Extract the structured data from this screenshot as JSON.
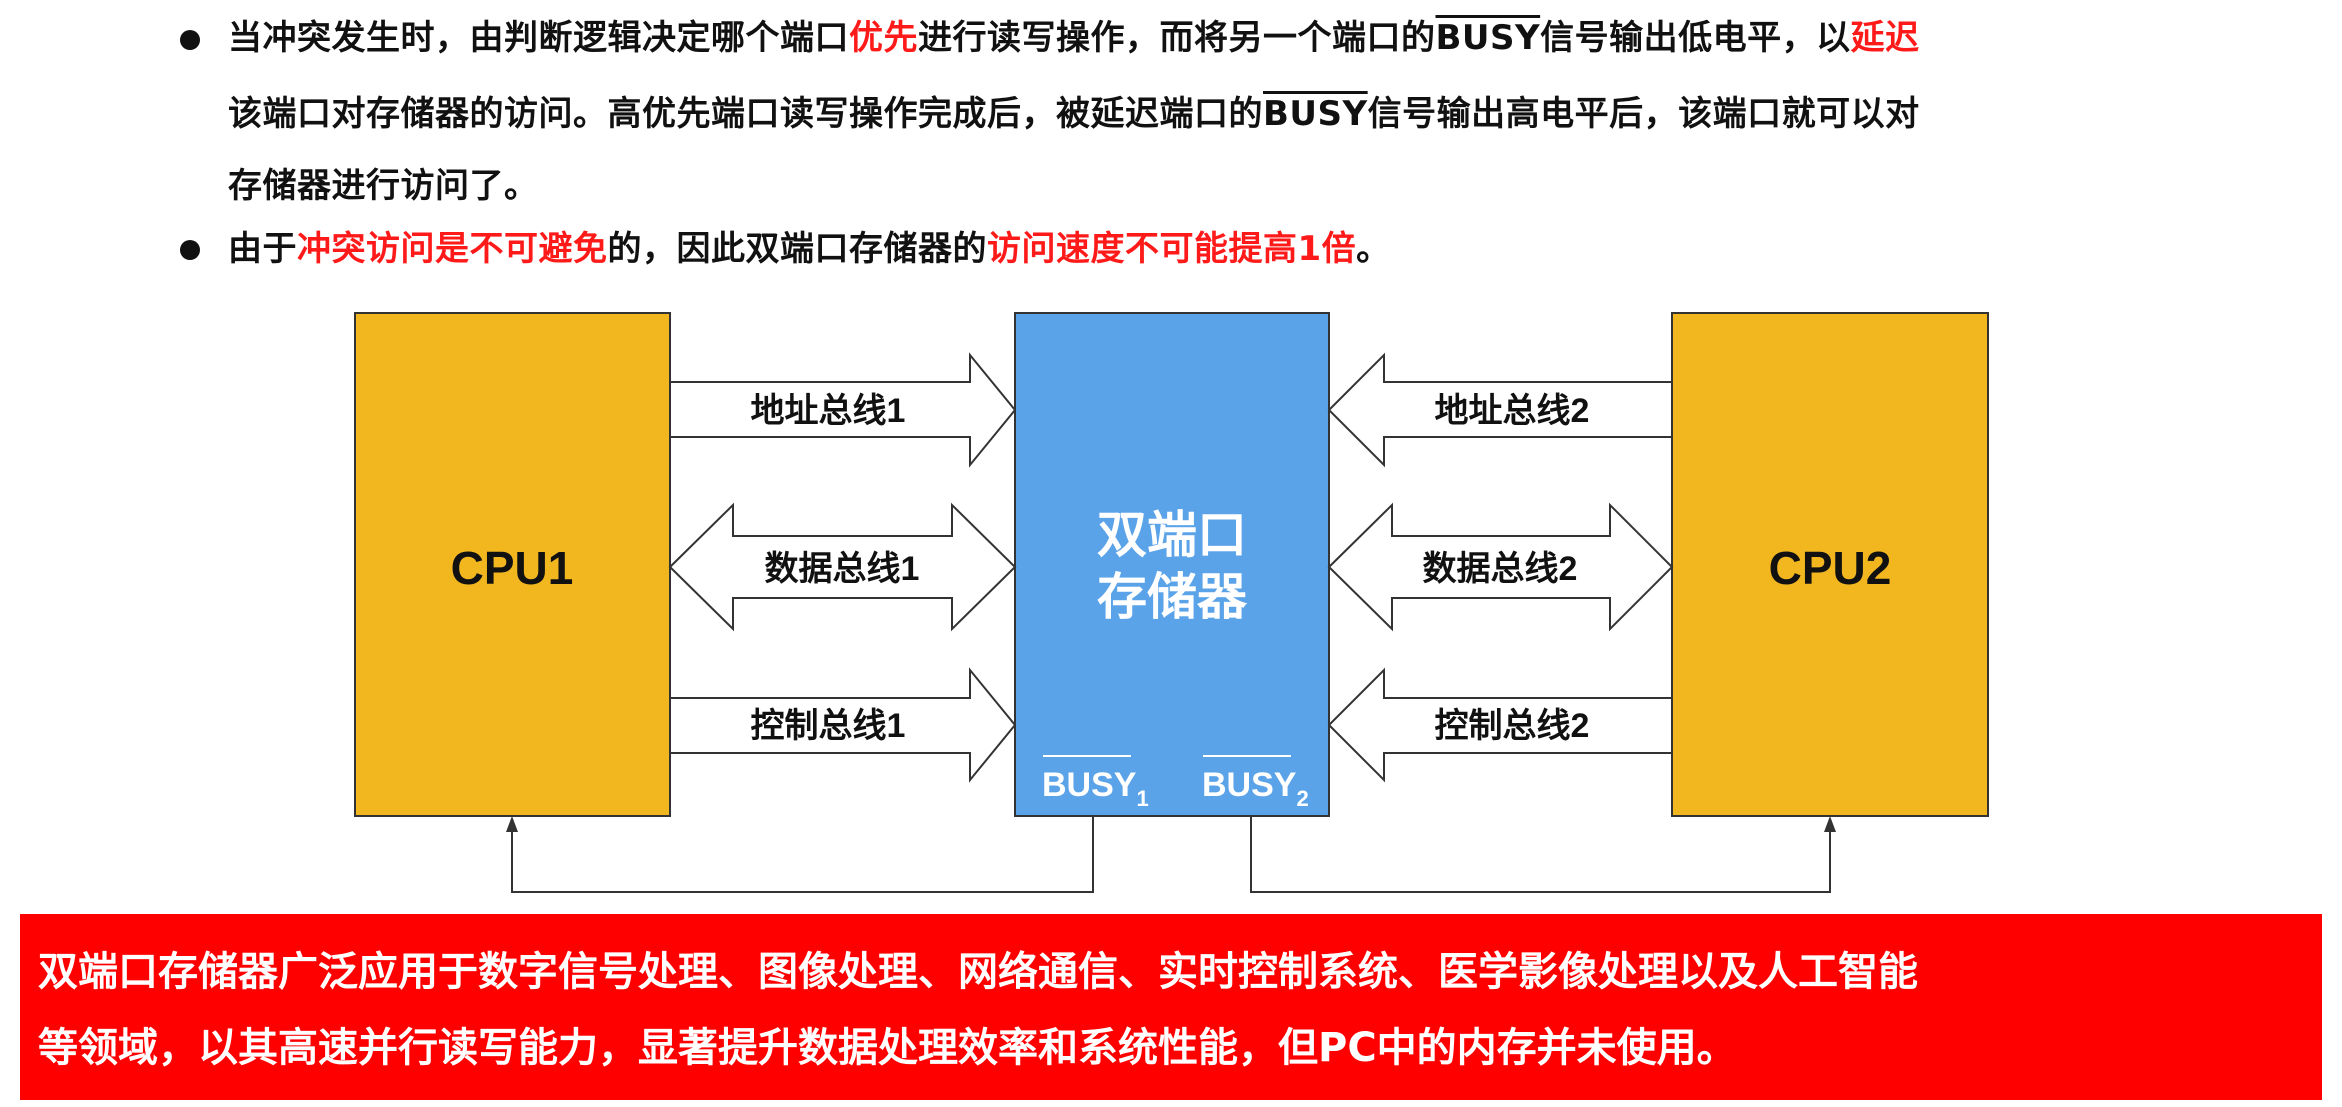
{
  "bullets": [
    {
      "lines": [
        [
          {
            "text": "当冲突发生时，由判断逻辑决定哪个端口",
            "style": "normal"
          },
          {
            "text": "优先",
            "style": "red"
          },
          {
            "text": "进行读写操作，而将另一个端口的",
            "style": "normal"
          },
          {
            "text": "BUSY",
            "style": "over"
          },
          {
            "text": "信号输出低电平，以",
            "style": "normal"
          },
          {
            "text": "延迟",
            "style": "red"
          }
        ],
        [
          {
            "text": "该端口对存储器的访问。高优先端口读写操作完成后，被延迟端口的",
            "style": "normal"
          },
          {
            "text": "BUSY",
            "style": "over"
          },
          {
            "text": "信号输出高电平后，该端口就可以对",
            "style": "normal"
          }
        ],
        [
          {
            "text": "存储器进行访问了。",
            "style": "normal"
          }
        ]
      ]
    },
    {
      "lines": [
        [
          {
            "text": "由于",
            "style": "normal"
          },
          {
            "text": "冲突访问是不可避免",
            "style": "red"
          },
          {
            "text": "的，因此双端口存储器的",
            "style": "normal"
          },
          {
            "text": "访问速度不可能提高1倍",
            "style": "red"
          },
          {
            "text": "。",
            "style": "normal"
          }
        ]
      ]
    }
  ],
  "diagram": {
    "cpu1": "CPU1",
    "cpu2": "CPU2",
    "memory_line1": "双端口",
    "memory_line2": "存储器",
    "addr_bus1": "地址总线1",
    "data_bus1": "数据总线1",
    "ctrl_bus1": "控制总线1",
    "addr_bus2": "地址总线2",
    "data_bus2": "数据总线2",
    "ctrl_bus2": "控制总线2",
    "busy_text": "BUSY",
    "busy1_sub": "1",
    "busy2_sub": "2",
    "colors": {
      "cpu": "#f2b61f",
      "memory": "#5ba3e8",
      "memory_text": "#ffffff",
      "banner": "#ff0000",
      "highlight": "#ff1a1a"
    }
  },
  "banner": {
    "line1": "双端口存储器广泛应用于数字信号处理、图像处理、网络通信、实时控制系统、医学影像处理以及人工智能",
    "line2": "等领域，以其高速并行读写能力，显著提升数据处理效率和系统性能，但PC中的内存并未使用。"
  }
}
